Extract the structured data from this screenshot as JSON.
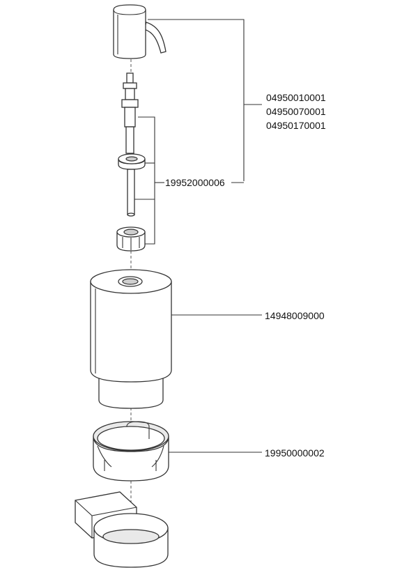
{
  "parts": {
    "pump_head": {
      "codes": [
        "04950010001",
        "04950070001",
        "04950170001"
      ]
    },
    "pump_tube": {
      "code": "19952000006"
    },
    "bottle": {
      "code": "14948009000"
    },
    "retaining_ring": {
      "code": "19950000002"
    }
  },
  "colors": {
    "line": "#333333",
    "fill": "#ffffff",
    "shade": "#e9e9e9"
  }
}
